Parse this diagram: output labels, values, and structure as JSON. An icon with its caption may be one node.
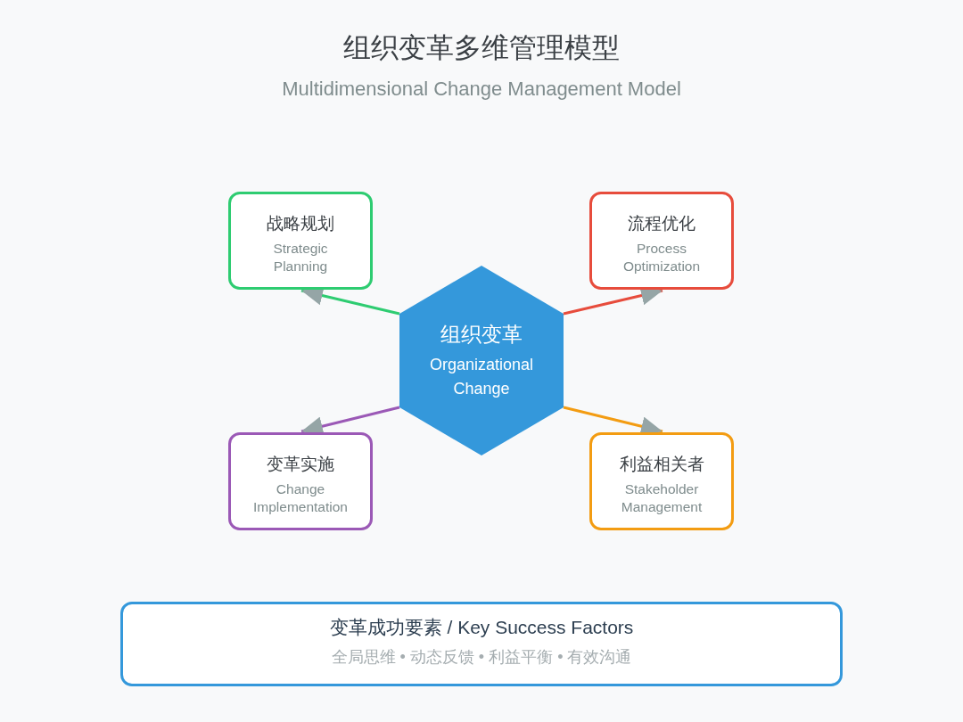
{
  "diagram": {
    "title": "组织变革多维管理模型",
    "nodes": [
      {
        "text": [
          "组织变革",
          "Organizational Change"
        ]
      },
      {
        "text": [
          "战略规划",
          "Strategic Planning"
        ]
      },
      {
        "text": [
          "流程优化",
          "Process Optimization"
        ]
      },
      {
        "text": [
          "变革实施",
          "Change Implementation"
        ]
      },
      {
        "text": [
          "利益相关者",
          "Stakeholder Management"
        ]
      },
      {
        "text": [
          "变革成功要素 / Key Success Factors",
          "全局思维 • 动态反馈 • 利益平衡 • 有效沟通"
        ]
      }
    ],
    "edges": [
      {
        "from": 0,
        "to": 1,
        "arrow": "to",
        "color": "#2ecc71"
      },
      {
        "from": 0,
        "to": 2,
        "arrow": "to",
        "color": "#e74c3c"
      },
      {
        "from": 0,
        "to": 3,
        "arrow": "to",
        "color": "#9b59b6"
      },
      {
        "from": 0,
        "to": 4,
        "arrow": "to",
        "color": "#f39c12"
      }
    ],
    "labels": [
      "Multidimensional Change Management Model"
    ]
  }
}
